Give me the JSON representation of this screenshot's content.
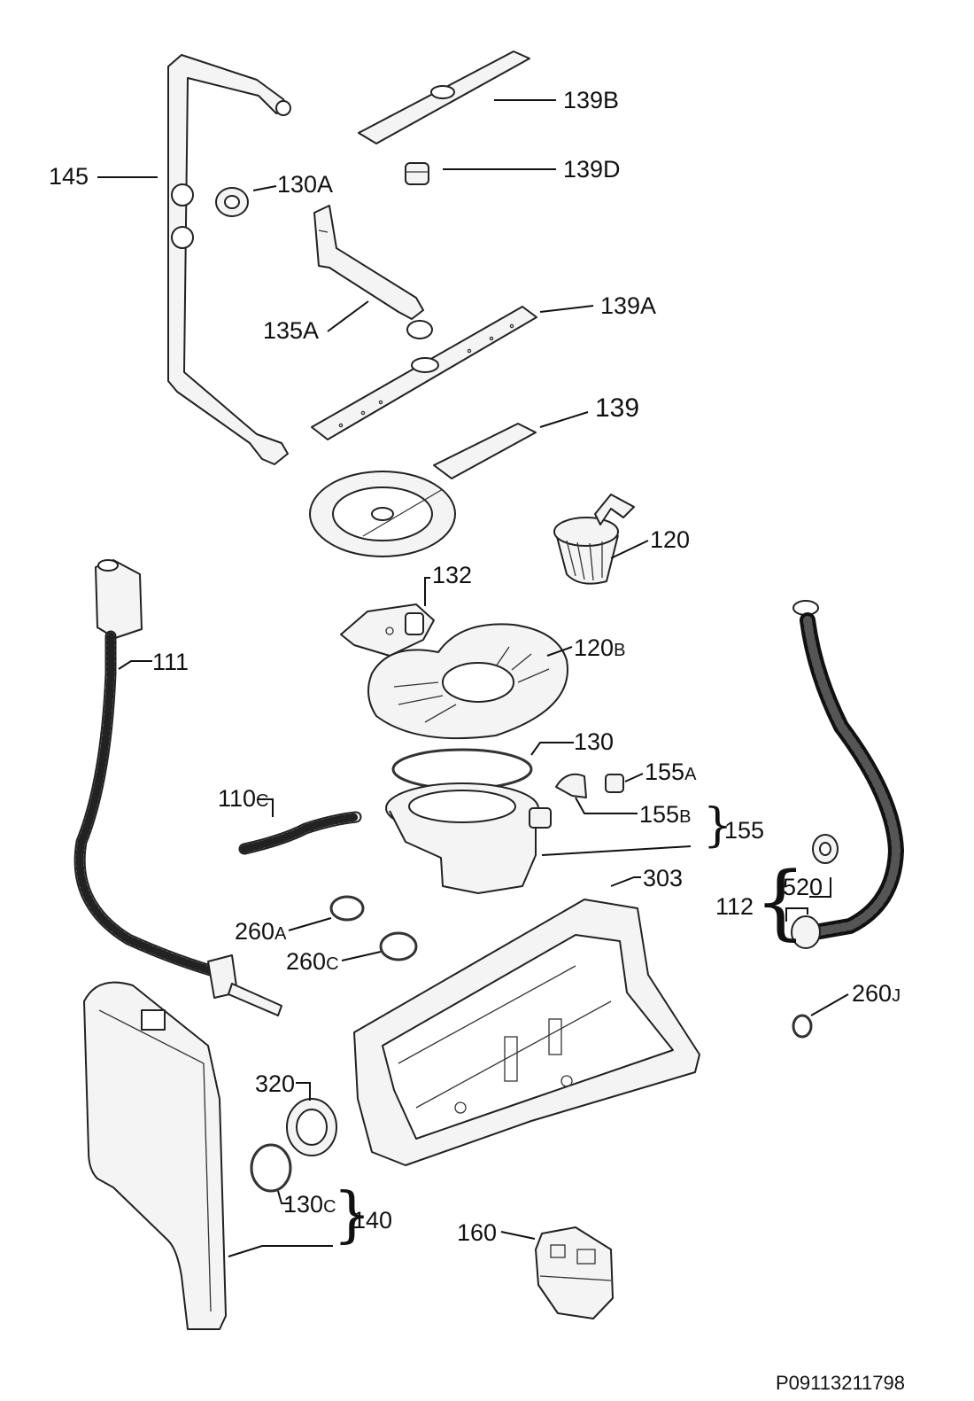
{
  "diagram_code": "P09113211798",
  "labels": {
    "l145": "145",
    "l130A": "130A",
    "l139B": "139B",
    "l139D": "139D",
    "l135A": "135A",
    "l139A": "139A",
    "l139": "139",
    "l120": "120",
    "l132": "132",
    "l111": "111",
    "l120B_num": "120",
    "l120B_suf": "B",
    "l130": "130",
    "l155A_num": "155",
    "l155A_suf": "A",
    "l110C_num": "110",
    "l110C_suf": "C",
    "l155B_num": "155",
    "l155B_suf": "B",
    "l155": "155",
    "l303": "303",
    "l520": "520",
    "l112": "112",
    "l260A_num": "260",
    "l260A_suf": "A",
    "l260C_num": "260",
    "l260C_suf": "C",
    "l260J_num": "260",
    "l260J_suf": "J",
    "l320": "320",
    "l130C_num": "130",
    "l130C_suf": "C",
    "l140": "140",
    "l160": "160"
  }
}
